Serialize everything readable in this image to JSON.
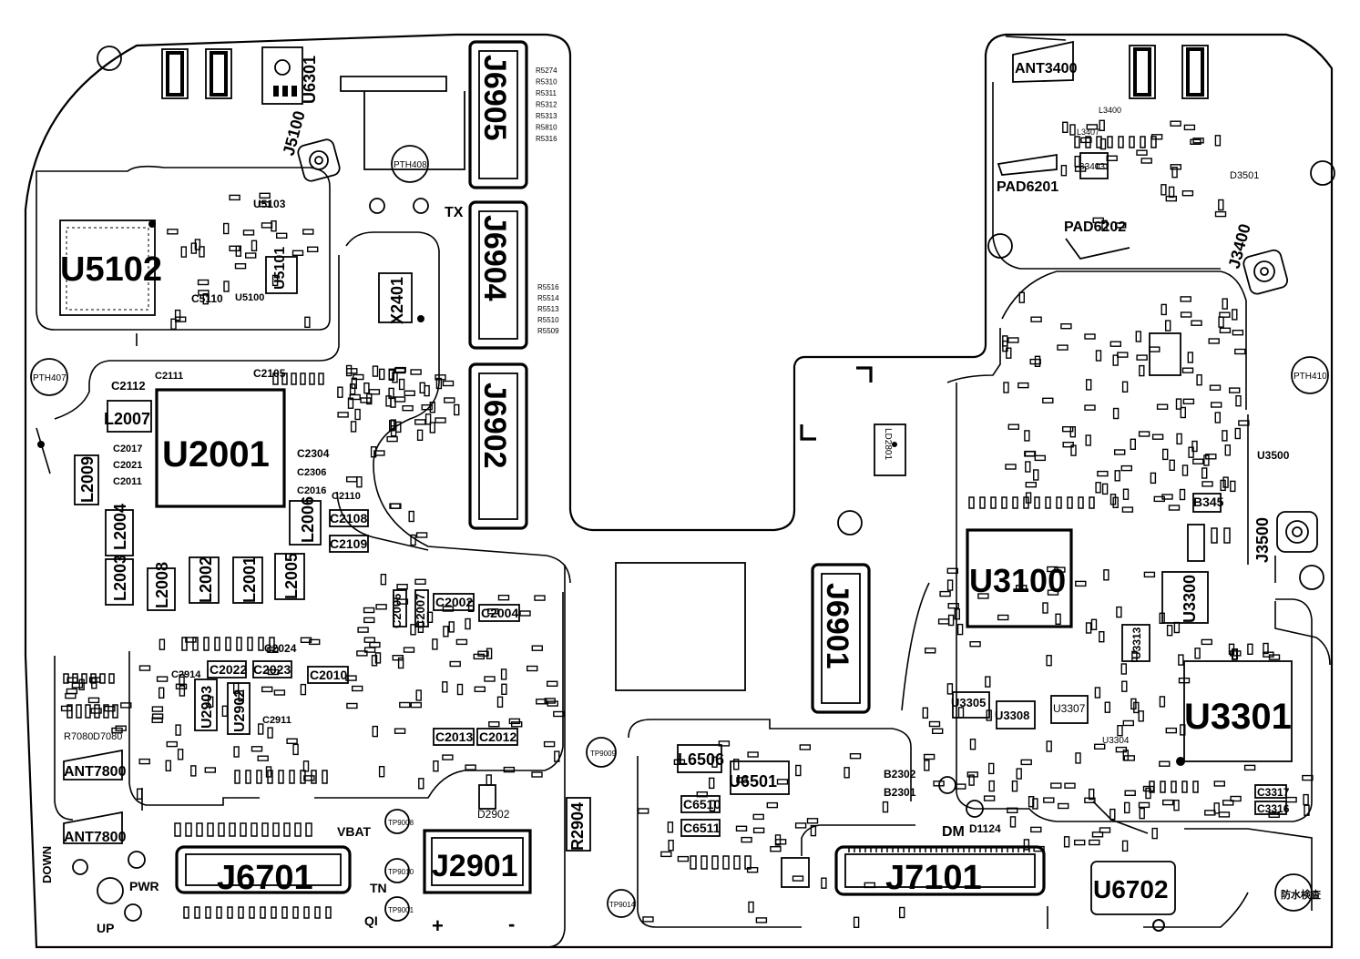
{
  "board": {
    "chips": [
      {
        "key": "U5102",
        "label": "U5102"
      },
      {
        "key": "U2001",
        "label": "U2001"
      },
      {
        "key": "U3100",
        "label": "U3100"
      },
      {
        "key": "U3301",
        "label": "U3301"
      },
      {
        "key": "J7101",
        "label": "J7101"
      },
      {
        "key": "J6701",
        "label": "J6701"
      },
      {
        "key": "J2901",
        "label": "J2901"
      },
      {
        "key": "U6702",
        "label": "U6702"
      }
    ],
    "connectors_v": [
      {
        "key": "J6905",
        "label": "J6905"
      },
      {
        "key": "J6904",
        "label": "J6904"
      },
      {
        "key": "J6902",
        "label": "J6902"
      },
      {
        "key": "J6901",
        "label": "J6901"
      }
    ],
    "components": [
      {
        "key": "L2007",
        "label": "L2007"
      },
      {
        "key": "L2009",
        "label": "L2009"
      },
      {
        "key": "L2004",
        "label": "L2004"
      },
      {
        "key": "L2003",
        "label": "L2003"
      },
      {
        "key": "L2008",
        "label": "L2008"
      },
      {
        "key": "L2002",
        "label": "L2002"
      },
      {
        "key": "L2001",
        "label": "L2001"
      },
      {
        "key": "L2005",
        "label": "L2005"
      },
      {
        "key": "L2006",
        "label": "L2006"
      },
      {
        "key": "X2401",
        "label": "X2401"
      },
      {
        "key": "U5101",
        "label": "U5101"
      },
      {
        "key": "U6301",
        "label": "U6301"
      },
      {
        "key": "J5100",
        "label": "J5100"
      },
      {
        "key": "J3400",
        "label": "J3400"
      },
      {
        "key": "J3500",
        "label": "J3500"
      },
      {
        "key": "L6506",
        "label": "L6506"
      },
      {
        "key": "U6501",
        "label": "U6501"
      },
      {
        "key": "R2904",
        "label": "R2904"
      },
      {
        "key": "PAD6201",
        "label": "PAD6201"
      },
      {
        "key": "PAD6202",
        "label": "PAD6202"
      },
      {
        "key": "ANT3400",
        "label": "ANT3400"
      },
      {
        "key": "ANT7800a",
        "label": "ANT7800"
      },
      {
        "key": "ANT7800b",
        "label": "ANT7800"
      },
      {
        "key": "U2903",
        "label": "U2903"
      },
      {
        "key": "U2902",
        "label": "U2902"
      },
      {
        "key": "U3300",
        "label": "U3300"
      },
      {
        "key": "U3305",
        "label": "U3305"
      },
      {
        "key": "U3308",
        "label": "U3308"
      },
      {
        "key": "U3307",
        "label": "U3307"
      },
      {
        "key": "U3313",
        "label": "U3313"
      }
    ],
    "caps": [
      {
        "key": "C2112",
        "label": "C2112"
      },
      {
        "key": "C2111",
        "label": "C2111"
      },
      {
        "key": "C2105",
        "label": "C2105"
      },
      {
        "key": "C2017",
        "label": "C2017"
      },
      {
        "key": "C2021",
        "label": "C2021"
      },
      {
        "key": "C2011",
        "label": "C2011"
      },
      {
        "key": "C2304",
        "label": "C2304"
      },
      {
        "key": "C2306",
        "label": "C2306"
      },
      {
        "key": "C2016",
        "label": "C2016"
      },
      {
        "key": "C2110",
        "label": "C2110"
      },
      {
        "key": "C2108",
        "label": "C2108"
      },
      {
        "key": "C2109",
        "label": "C2109"
      },
      {
        "key": "C2002",
        "label": "C2002"
      },
      {
        "key": "C2004",
        "label": "C2004"
      },
      {
        "key": "C2006",
        "label": "C2006"
      },
      {
        "key": "C2007",
        "label": "C2007"
      },
      {
        "key": "C2024",
        "label": "C2024"
      },
      {
        "key": "C2022",
        "label": "C2022"
      },
      {
        "key": "C2023",
        "label": "C2023"
      },
      {
        "key": "C2010",
        "label": "C2010"
      },
      {
        "key": "C2914",
        "label": "C2914"
      },
      {
        "key": "C2911",
        "label": "C2911"
      },
      {
        "key": "C2013",
        "label": "C2013"
      },
      {
        "key": "C2012",
        "label": "C2012"
      },
      {
        "key": "C5110",
        "label": "C5110"
      },
      {
        "key": "C6510",
        "label": "C6510"
      },
      {
        "key": "C6511",
        "label": "C6511"
      },
      {
        "key": "C3317",
        "label": "C3317"
      },
      {
        "key": "C3316",
        "label": "C3316"
      },
      {
        "key": "B2302",
        "label": "B2302"
      },
      {
        "key": "B2301",
        "label": "B2301"
      },
      {
        "key": "B345",
        "label": "B345"
      },
      {
        "key": "D2902",
        "label": "D2902"
      },
      {
        "key": "D1124",
        "label": "D1124"
      },
      {
        "key": "U5100",
        "label": "U5100"
      },
      {
        "key": "U5103",
        "label": "U5103"
      },
      {
        "key": "U3500",
        "label": "U3500"
      },
      {
        "key": "U3304",
        "label": "U3304"
      },
      {
        "key": "B3403",
        "label": "B3403"
      }
    ],
    "testpoints": [
      {
        "key": "PTH408",
        "label": "PTH408"
      },
      {
        "key": "PTH407",
        "label": "PTH407"
      },
      {
        "key": "PTH410",
        "label": "PTH410"
      },
      {
        "key": "TP9009",
        "label": "TP9009"
      },
      {
        "key": "TP9008",
        "label": "TP9008"
      },
      {
        "key": "TP9010",
        "label": "TP9010"
      },
      {
        "key": "TP9001",
        "label": "TP9001"
      },
      {
        "key": "TP9014",
        "label": "TP9014"
      }
    ],
    "text_marks": {
      "tx": "TX",
      "vbat": "VBAT",
      "tn": "TN",
      "qi": "QI",
      "plus": "+",
      "minus": "-",
      "dm": "DM",
      "down": "DOWN",
      "up": "UP",
      "pwr": "PWR",
      "waterproof": "防水検査",
      "r7080": "R7080",
      "d7080": "D7080",
      "d3501": "D3501",
      "ld2801": "LD2801",
      "l3400": "L3400",
      "l3407": "L3407"
    },
    "resistor_list_top": [
      "R5274",
      "R5310",
      "R5311",
      "R5312",
      "R5313",
      "R5810",
      "R5316"
    ],
    "resistor_list_mid": [
      "R5516",
      "R5514",
      "R5513",
      "R5510",
      "R5509"
    ]
  }
}
